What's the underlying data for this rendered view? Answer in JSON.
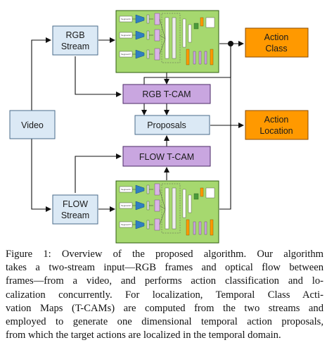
{
  "diagram": {
    "video": "Video",
    "rgb_stream": [
      "RGB",
      "Stream"
    ],
    "flow_stream": [
      "FLOW",
      "Stream"
    ],
    "rgb_tcam": "RGB T-CAM",
    "flow_tcam": "FLOW T-CAM",
    "proposals": "Proposals",
    "action_class": [
      "Action",
      "Class"
    ],
    "action_location": [
      "Action",
      "Location"
    ],
    "segment_labels": [
      "Segment1",
      "Segment2",
      "SegmentT"
    ],
    "colors": {
      "blue_node": "#dbe9f5",
      "purple_node": "#c9a6e0",
      "orange_node": "#ff9900",
      "green_panel": "#a6d86f"
    }
  },
  "caption": {
    "lines": [
      "Figure 1: Overview of the proposed algorithm. Our algorithm",
      "takes a two-stream input—RGB frames and optical flow between",
      "frames—from a video, and performs action classification and lo-",
      "calization concurrently. For localization, Temporal Class Acti-",
      "vation Maps (T-CAMs) are computed from the two streams and",
      "employed to generate one dimensional temporal action proposals,",
      "from which the target actions are localized in the temporal domain."
    ]
  }
}
